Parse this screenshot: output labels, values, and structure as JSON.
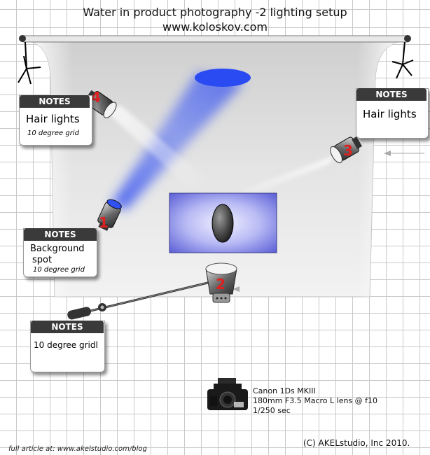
{
  "header": {
    "title": "Water in product photography -2 lighting setup",
    "website": "www.koloskov.com"
  },
  "notes": [
    {
      "head": "NOTES",
      "main": "Hair lights",
      "sub": "10 degree grid"
    },
    {
      "head": "NOTES",
      "main": "Hair lights",
      "sub": ""
    },
    {
      "head": "NOTES",
      "main": "Background",
      "main2": "spot",
      "sub": "10 degree grid"
    },
    {
      "head": "NOTES",
      "main": "10 degree gridl",
      "sub": ""
    }
  ],
  "lights": [
    {
      "number": "1",
      "color": "#e02020"
    },
    {
      "number": "2",
      "color": "#e02020"
    },
    {
      "number": "3",
      "color": "#e02020"
    },
    {
      "number": "4",
      "color": "#e02020"
    }
  ],
  "camera": {
    "lines": [
      "Canon 1Ds MKIII",
      "180mm F3.5 Macro L lens @ f10",
      "1/250 sec"
    ]
  },
  "footer": {
    "article": "full article at: www.akelstudio.com/blog",
    "copyright": "(C) AKELstudio, Inc 2010."
  },
  "colors": {
    "beam_blue": "#3a55ee",
    "number_red": "#e02020",
    "notes_header": "#3a3a3a"
  }
}
